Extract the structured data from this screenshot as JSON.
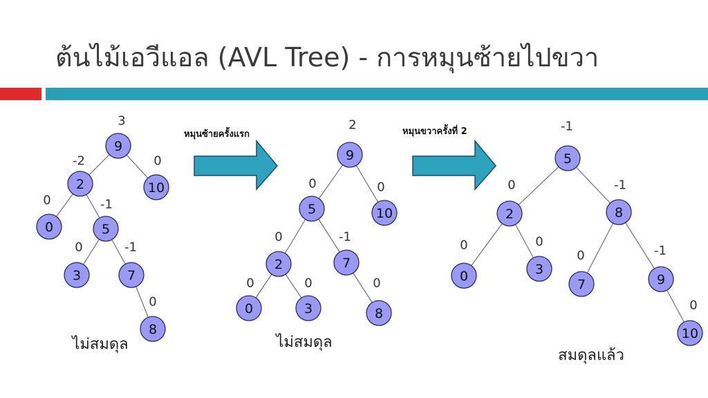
{
  "title": "ต้นไม้เอวีแอล (AVL Tree) - การหมุนซ้ายไปขวา",
  "colors": {
    "title_text": "#3b3b3b",
    "band_red": "#e02b2b",
    "band_teal": "#2a9fb8",
    "node_fill": "#9a9af5",
    "node_border": "#2a2a6a",
    "arrow_fill": "#2ea3bd"
  },
  "arrows": [
    {
      "label": "หมุนซ้ายครั้งแรก"
    },
    {
      "label": "หมุนขวาครั้งที่ 2"
    }
  ],
  "trees": [
    {
      "caption": "ไม่สมดุล",
      "nodes": [
        {
          "key": "9",
          "balance": "3"
        },
        {
          "key": "2",
          "balance": "-2"
        },
        {
          "key": "10",
          "balance": "0"
        },
        {
          "key": "0",
          "balance": "0"
        },
        {
          "key": "5",
          "balance": "-1"
        },
        {
          "key": "3",
          "balance": "0"
        },
        {
          "key": "7",
          "balance": "-1"
        },
        {
          "key": "8",
          "balance": "0"
        }
      ],
      "edges": [
        [
          "9",
          "2"
        ],
        [
          "9",
          "10"
        ],
        [
          "2",
          "0"
        ],
        [
          "2",
          "5"
        ],
        [
          "5",
          "3"
        ],
        [
          "5",
          "7"
        ],
        [
          "7",
          "8"
        ]
      ]
    },
    {
      "caption": "ไม่สมดุล",
      "nodes": [
        {
          "key": "9",
          "balance": "2"
        },
        {
          "key": "5",
          "balance": "0"
        },
        {
          "key": "10",
          "balance": "0"
        },
        {
          "key": "2",
          "balance": "0"
        },
        {
          "key": "7",
          "balance": "-1"
        },
        {
          "key": "0",
          "balance": "0"
        },
        {
          "key": "3",
          "balance": "0"
        },
        {
          "key": "8",
          "balance": "0"
        }
      ],
      "edges": [
        [
          "9",
          "5"
        ],
        [
          "9",
          "10"
        ],
        [
          "5",
          "2"
        ],
        [
          "5",
          "7"
        ],
        [
          "2",
          "0"
        ],
        [
          "2",
          "3"
        ],
        [
          "7",
          "8"
        ]
      ]
    },
    {
      "caption": "สมดุลแล้ว",
      "nodes": [
        {
          "key": "5",
          "balance": "-1"
        },
        {
          "key": "2",
          "balance": "0"
        },
        {
          "key": "8",
          "balance": "-1"
        },
        {
          "key": "0",
          "balance": "0"
        },
        {
          "key": "3",
          "balance": "0"
        },
        {
          "key": "7",
          "balance": "0"
        },
        {
          "key": "9",
          "balance": "-1"
        },
        {
          "key": "10",
          "balance": "0"
        }
      ],
      "edges": [
        [
          "5",
          "2"
        ],
        [
          "5",
          "8"
        ],
        [
          "2",
          "0"
        ],
        [
          "2",
          "3"
        ],
        [
          "8",
          "7"
        ],
        [
          "8",
          "9"
        ],
        [
          "9",
          "10"
        ]
      ]
    }
  ]
}
